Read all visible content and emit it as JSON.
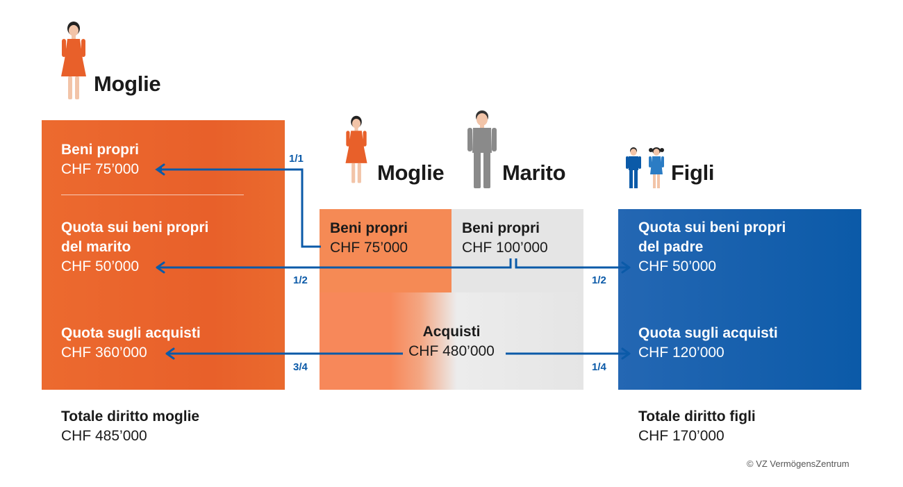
{
  "headings": {
    "wife_top": "Moglie",
    "wife_mid": "Moglie",
    "husband": "Marito",
    "children": "Figli"
  },
  "wife_box": {
    "own_goods_label": "Beni propri",
    "own_goods_value": "CHF 75’000",
    "husband_share_label_1": "Quota sui beni propri",
    "husband_share_label_2": "del marito",
    "husband_share_value": "CHF 50’000",
    "acq_share_label": "Quota sugli acquisti",
    "acq_share_value": "CHF 360’000"
  },
  "middle": {
    "wife_own_label": "Beni propri",
    "wife_own_value": "CHF 75’000",
    "husband_own_label": "Beni propri",
    "husband_own_value": "CHF 100’000",
    "acquisitions_label": "Acquisti",
    "acquisitions_value": "CHF 480’000"
  },
  "kids_box": {
    "father_share_label_1": "Quota sui beni propri",
    "father_share_label_2": "del padre",
    "father_share_value": "CHF 50’000",
    "acq_share_label": "Quota sugli acquisti",
    "acq_share_value": "CHF 120’000"
  },
  "fractions": {
    "wife_own": "1/1",
    "wife_husband_half": "1/2",
    "kids_husband_half": "1/2",
    "wife_acq": "3/4",
    "kids_acq": "1/4"
  },
  "totals": {
    "wife_label": "Totale diritto moglie",
    "wife_value": "CHF 485’000",
    "kids_label": "Totale diritto figli",
    "kids_value": "CHF 170’000"
  },
  "copyright": "© VZ VermögensZentrum",
  "colors": {
    "orange": "#e8602a",
    "light_orange": "#f58a55",
    "gray": "#e5e5e5",
    "blue": "#0b5aa8",
    "arrow_blue": "#0b5aa8",
    "figure_orange": "#e8602a",
    "figure_gray": "#8a8a8a",
    "skin": "#f2c4a8",
    "hair": "#222222"
  },
  "icons": [
    "woman-figure-icon",
    "man-figure-icon",
    "boy-figure-icon",
    "girl-figure-icon"
  ]
}
